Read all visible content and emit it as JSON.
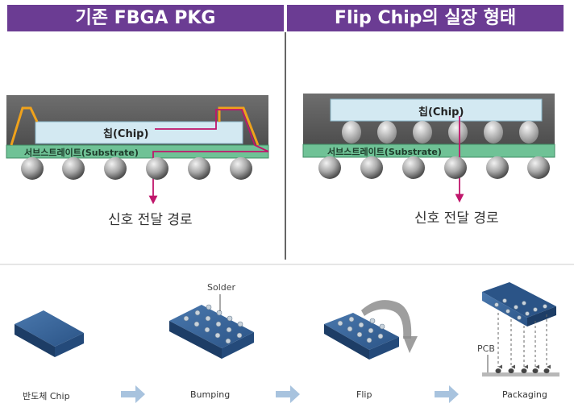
{
  "panels": {
    "left_title": "기존 FBGA PKG",
    "right_title": "Flip Chip의 실장 형태"
  },
  "labels": {
    "chip": "칩(Chip)",
    "substrate": "서브스트레이트(Substrate)",
    "signal_path": "신호 전달 경로"
  },
  "steps": [
    {
      "label": "반도체 Chip"
    },
    {
      "label": "Bumping",
      "callout": "Solder"
    },
    {
      "label": "Flip"
    },
    {
      "label": "Packaging",
      "callout": "PCB"
    }
  ],
  "colors": {
    "header": "#6b3c93",
    "chip": "#d3e9f2",
    "substrate": "#6fc296",
    "mold": "#5d5d5d",
    "wire": "#f0a21b",
    "signal": "#c0166b",
    "die": "#2f5b8f",
    "arrow": "#a8c3de"
  }
}
